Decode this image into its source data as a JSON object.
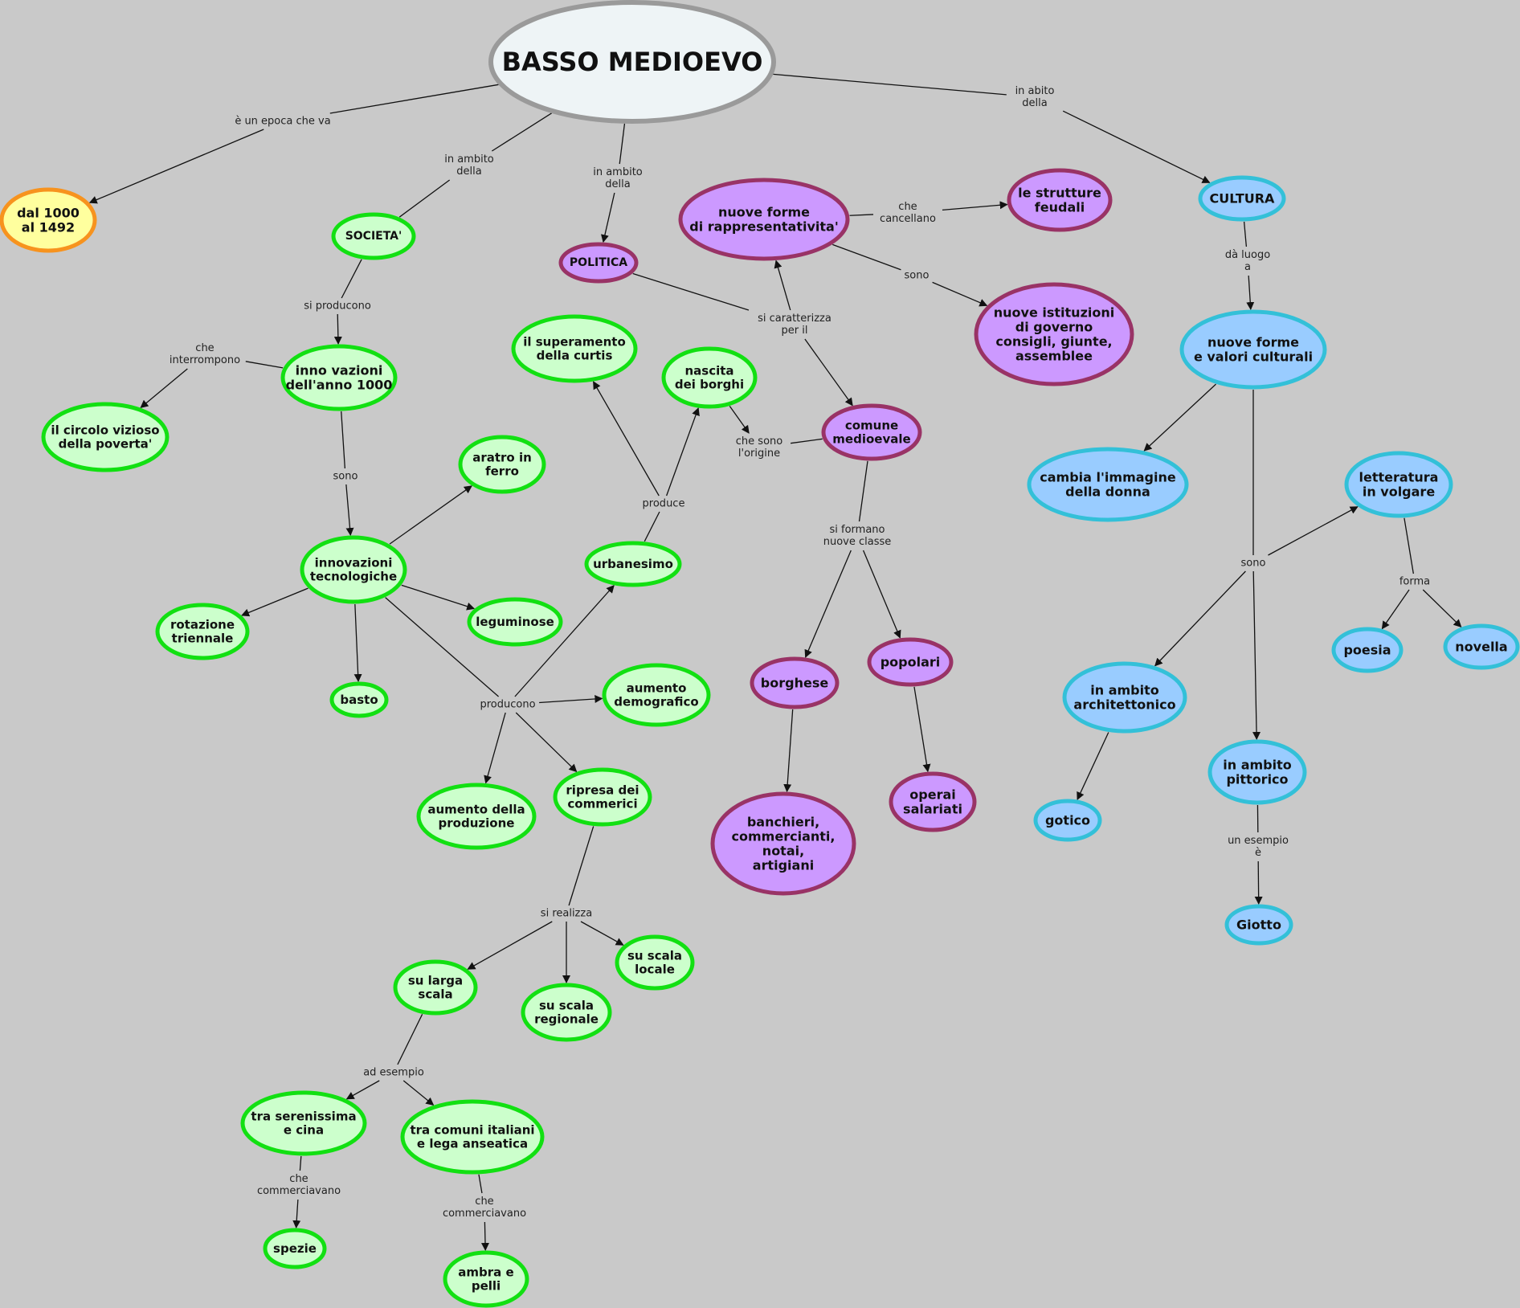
{
  "colors": {
    "background": "#c9c9c9",
    "root_fill": "#eef4f6",
    "root_stroke": "#9a9a9a",
    "date_fill": "#ffff9e",
    "date_stroke": "#f7931e",
    "green_fill": "#ccffcc",
    "green_stroke": "#12e012",
    "purple_fill": "#cc99ff",
    "purple_stroke": "#993366",
    "blue_fill": "#99ccff",
    "blue_stroke": "#33c0d8"
  },
  "nodes": {
    "root": {
      "text": [
        "BASSO MEDIOEVO"
      ],
      "theme": "root"
    },
    "date": {
      "text": [
        "dal 1000",
        "al 1492"
      ],
      "theme": "date"
    },
    "societa": {
      "text": [
        "SOCIETA'"
      ],
      "theme": "green"
    },
    "politica": {
      "text": [
        "POLITICA"
      ],
      "theme": "purple"
    },
    "nuove_forme_rapp": {
      "text": [
        "nuove forme",
        "di rappresentativita'"
      ],
      "theme": "purple"
    },
    "strutture_feudali": {
      "text": [
        "le strutture",
        "feudali"
      ],
      "theme": "purple"
    },
    "nuove_istituzioni": {
      "text": [
        "nuove istituzioni",
        "di governo",
        "consigli, giunte,",
        "assemblee"
      ],
      "theme": "purple"
    },
    "cultura": {
      "text": [
        "CULTURA"
      ],
      "theme": "blue"
    },
    "nuove_forme_valori": {
      "text": [
        "nuove forme",
        "e valori culturali"
      ],
      "theme": "blue"
    },
    "innovazioni_1000": {
      "text": [
        "inno vazioni",
        "dell'anno 1000"
      ],
      "theme": "green"
    },
    "circolo_vizioso": {
      "text": [
        "il circolo vizioso",
        "della poverta'"
      ],
      "theme": "green"
    },
    "superamento_curtis": {
      "text": [
        "il superamento",
        "della curtis"
      ],
      "theme": "green"
    },
    "nascita_borghi": {
      "text": [
        "nascita",
        "dei borghi"
      ],
      "theme": "green"
    },
    "comune": {
      "text": [
        "comune",
        "medioevale"
      ],
      "theme": "purple"
    },
    "cambia_immagine": {
      "text": [
        "cambia l'immagine",
        "della donna"
      ],
      "theme": "blue"
    },
    "aratro": {
      "text": [
        "aratro in",
        "ferro"
      ],
      "theme": "green"
    },
    "innovazioni_tec": {
      "text": [
        "innovazioni",
        "tecnologiche"
      ],
      "theme": "green"
    },
    "urbanesimo": {
      "text": [
        "urbanesimo"
      ],
      "theme": "green"
    },
    "letteratura": {
      "text": [
        "letteratura",
        "in volgare"
      ],
      "theme": "blue"
    },
    "rotazione": {
      "text": [
        "rotazione",
        "triennale"
      ],
      "theme": "green"
    },
    "leguminose": {
      "text": [
        "leguminose"
      ],
      "theme": "green"
    },
    "basto": {
      "text": [
        "basto"
      ],
      "theme": "green"
    },
    "aumento_demo": {
      "text": [
        "aumento",
        "demografico"
      ],
      "theme": "green"
    },
    "borghese": {
      "text": [
        "borghese"
      ],
      "theme": "purple"
    },
    "popolari": {
      "text": [
        "popolari"
      ],
      "theme": "purple"
    },
    "poesia": {
      "text": [
        "poesia"
      ],
      "theme": "blue"
    },
    "novella": {
      "text": [
        "novella"
      ],
      "theme": "blue"
    },
    "architettonico": {
      "text": [
        "in ambito",
        "architettonico"
      ],
      "theme": "blue"
    },
    "pittorico": {
      "text": [
        "in ambito",
        "pittorico"
      ],
      "theme": "blue"
    },
    "aumento_prod": {
      "text": [
        "aumento della",
        "produzione"
      ],
      "theme": "green"
    },
    "ripresa": {
      "text": [
        "ripresa dei",
        "commerici"
      ],
      "theme": "green"
    },
    "banchieri": {
      "text": [
        "banchieri,",
        "commercianti,",
        "notai,",
        "artigiani"
      ],
      "theme": "purple"
    },
    "operai": {
      "text": [
        "operai",
        "salariati"
      ],
      "theme": "purple"
    },
    "gotico": {
      "text": [
        "gotico"
      ],
      "theme": "blue"
    },
    "giotto": {
      "text": [
        "Giotto"
      ],
      "theme": "blue"
    },
    "larga_scala": {
      "text": [
        "su larga",
        "scala"
      ],
      "theme": "green"
    },
    "scala_locale": {
      "text": [
        "su scala",
        "locale"
      ],
      "theme": "green"
    },
    "scala_regionale": {
      "text": [
        "su scala",
        "regionale"
      ],
      "theme": "green"
    },
    "serenissima": {
      "text": [
        "tra serenissima",
        "e cina"
      ],
      "theme": "green"
    },
    "comuni_italiani": {
      "text": [
        "tra comuni italiani",
        "e lega anseatica"
      ],
      "theme": "green"
    },
    "spezie": {
      "text": [
        "spezie"
      ],
      "theme": "green"
    },
    "ambra": {
      "text": [
        "ambra e",
        "pelli"
      ],
      "theme": "green"
    }
  },
  "links": {
    "epoca": {
      "text": [
        "è un epoca che va"
      ]
    },
    "ambito_societa": {
      "text": [
        "in ambito",
        "della"
      ]
    },
    "ambito_politica": {
      "text": [
        "in ambito",
        "della"
      ]
    },
    "abito_cultura": {
      "text": [
        "in abito",
        "della"
      ]
    },
    "che_cancellano": {
      "text": [
        "che",
        "cancellano"
      ]
    },
    "sono_istituzioni": {
      "text": [
        "sono"
      ]
    },
    "si_producono": {
      "text": [
        "si producono"
      ]
    },
    "che_interrompono": {
      "text": [
        "che",
        "interrompono"
      ]
    },
    "si_caratterizza": {
      "text": [
        "si caratterizza",
        "per il"
      ]
    },
    "da_luogo": {
      "text": [
        "dà luogo",
        "a"
      ]
    },
    "che_sono_origine": {
      "text": [
        "che sono",
        "l'origine"
      ]
    },
    "sono_tec": {
      "text": [
        "sono"
      ]
    },
    "produce": {
      "text": [
        "produce"
      ]
    },
    "si_formano": {
      "text": [
        "si formano",
        "nuove classe"
      ]
    },
    "sono_cultura": {
      "text": [
        "sono"
      ]
    },
    "forma": {
      "text": [
        "forma"
      ]
    },
    "producono": {
      "text": [
        "producono"
      ]
    },
    "un_esempio": {
      "text": [
        "un esempio",
        "è"
      ]
    },
    "si_realizza": {
      "text": [
        "si realizza"
      ]
    },
    "ad_esempio": {
      "text": [
        "ad esempio"
      ]
    },
    "commerciavano_1": {
      "text": [
        "che",
        "commerciavano"
      ]
    },
    "commerciavano_2": {
      "text": [
        "che",
        "commerciavano"
      ]
    }
  }
}
